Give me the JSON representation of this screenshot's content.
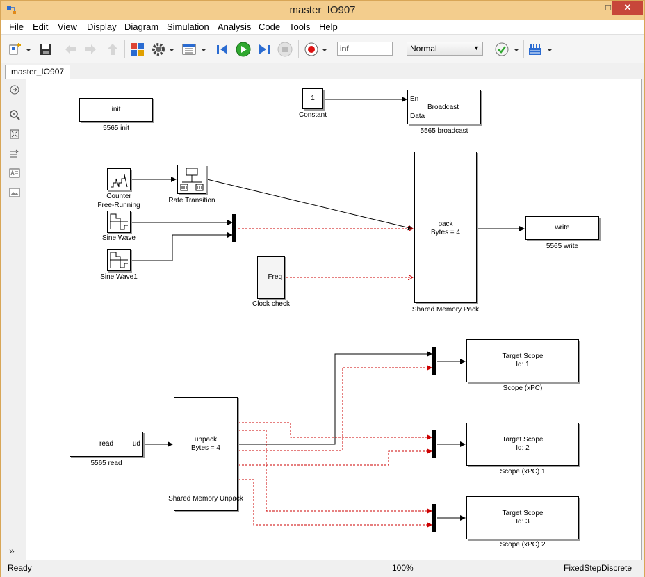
{
  "window": {
    "title": "master_IO907",
    "minimize": "—",
    "maximize": "□",
    "close": "✕"
  },
  "menu": [
    "File",
    "Edit",
    "View",
    "Display",
    "Diagram",
    "Simulation",
    "Analysis",
    "Code",
    "Tools",
    "Help"
  ],
  "toolbar": {
    "stop_time": "inf",
    "sim_mode": "Normal"
  },
  "tab": {
    "label": "master_IO907"
  },
  "blocks": {
    "init": {
      "text": "init",
      "label": "5565 init"
    },
    "constant": {
      "text": "1",
      "label": "Constant"
    },
    "broadcast": {
      "port_en": "En",
      "port_data": "Data",
      "text": "Broadcast",
      "label": "5565 broadcast"
    },
    "counter": {
      "label1": "Counter",
      "label2": "Free-Running"
    },
    "rate_transition": {
      "label": "Rate Transition"
    },
    "sine1": {
      "label": "Sine Wave"
    },
    "sine2": {
      "label": "Sine Wave1"
    },
    "clock": {
      "port": "Freq",
      "label": "Clock check"
    },
    "pack": {
      "line1": "pack",
      "line2": "Bytes = 4",
      "label": "Shared Memory Pack"
    },
    "write": {
      "text": "write",
      "label": "5565 write"
    },
    "read": {
      "text": "read",
      "port": "ud",
      "label": "5565 read"
    },
    "unpack": {
      "line1": "unpack",
      "line2": "Bytes = 4",
      "label": "Shared Memory Unpack"
    },
    "scope1": {
      "line1": "Target Scope",
      "line2": "Id: 1",
      "label": "Scope (xPC)"
    },
    "scope2": {
      "line1": "Target Scope",
      "line2": "Id: 2",
      "label": "Scope (xPC) 1"
    },
    "scope3": {
      "line1": "Target Scope",
      "line2": "Id: 3",
      "label": "Scope (xPC) 2"
    }
  },
  "status": {
    "ready": "Ready",
    "zoom": "100%",
    "solver": "FixedStepDiscrete"
  },
  "colors": {
    "titlebar": "#f3cd8d",
    "close": "#c7463a",
    "dashed_signal": "#cc0000",
    "run": "#2fa82f"
  }
}
